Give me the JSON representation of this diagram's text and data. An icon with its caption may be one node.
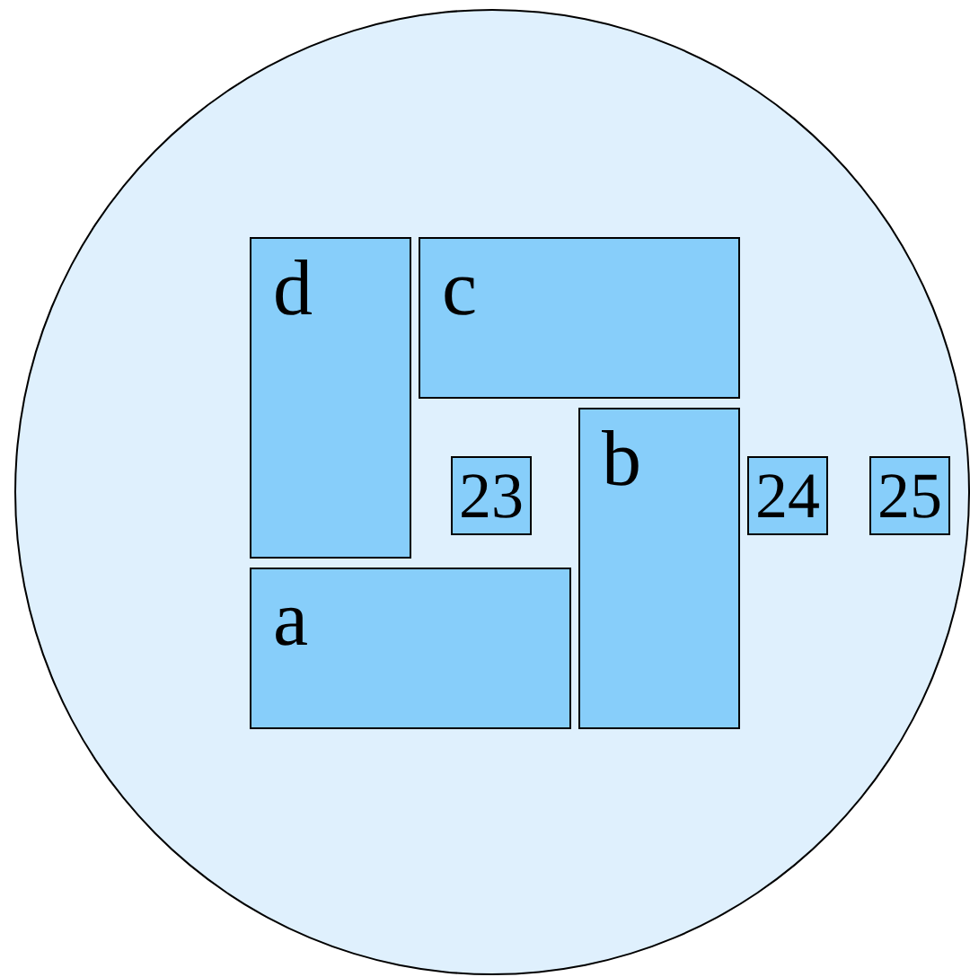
{
  "diagram": {
    "nodes": [
      {
        "text": [],
        "shape": "circle"
      },
      {
        "text": [
          "d"
        ],
        "in": 0
      },
      {
        "text": [
          "c"
        ],
        "in": 0
      },
      {
        "text": [
          "23"
        ],
        "in": 0
      },
      {
        "text": [
          "b"
        ],
        "in": 0
      },
      {
        "text": [
          "24"
        ],
        "in": 0
      },
      {
        "text": [
          "25"
        ],
        "in": 0
      },
      {
        "text": [
          "a"
        ],
        "in": 0
      }
    ]
  }
}
